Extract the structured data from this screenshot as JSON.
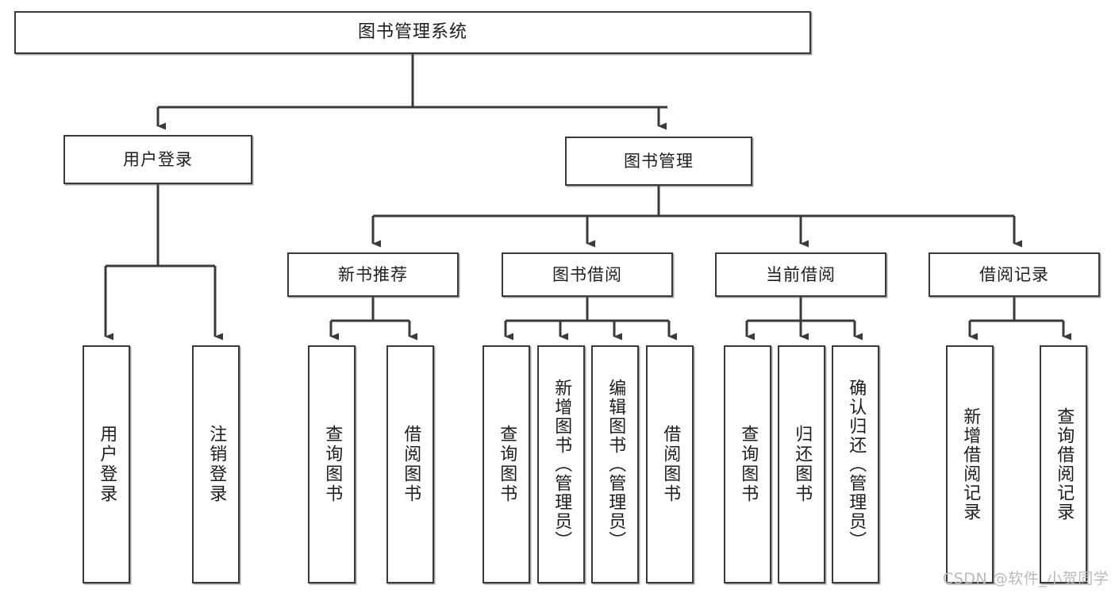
{
  "diagram": {
    "type": "tree",
    "title": "图书管理系统",
    "root": {
      "id": "root",
      "label": "图书管理系统"
    },
    "level2": [
      {
        "id": "user-login",
        "label": "用户登录"
      },
      {
        "id": "book-manage",
        "label": "图书管理"
      }
    ],
    "level3": [
      {
        "id": "new-book-rec",
        "label": "新书推荐"
      },
      {
        "id": "book-borrow",
        "label": "图书借阅"
      },
      {
        "id": "current-borrow",
        "label": "当前借阅"
      },
      {
        "id": "borrow-record",
        "label": "借阅记录"
      }
    ],
    "leaves": [
      {
        "id": "leaf-user-login",
        "label": "用户登录"
      },
      {
        "id": "leaf-logout-login",
        "label": "注销登录"
      },
      {
        "id": "leaf-query-book-1",
        "label": "查询图书"
      },
      {
        "id": "leaf-borrow-book-1",
        "label": "借阅图书"
      },
      {
        "id": "leaf-query-book-2",
        "label": "查询图书"
      },
      {
        "id": "leaf-add-book",
        "label": "新增图书（管理员）"
      },
      {
        "id": "leaf-edit-book",
        "label": "编辑图书（管理员）"
      },
      {
        "id": "leaf-borrow-book-2",
        "label": "借阅图书"
      },
      {
        "id": "leaf-query-book-3",
        "label": "查询图书"
      },
      {
        "id": "leaf-return-book",
        "label": "归还图书"
      },
      {
        "id": "leaf-confirm-return",
        "label": "确认归还（管理员）"
      },
      {
        "id": "leaf-add-record",
        "label": "新增借阅记录"
      },
      {
        "id": "leaf-query-record",
        "label": "查询借阅记录"
      }
    ]
  },
  "watermark": {
    "text": "CSDN @软件_小贺同学"
  },
  "colors": {
    "stroke": "#3a3a3a",
    "fill": "#ffffff",
    "text": "#1d1d1d",
    "watermark": "#b9b9b9"
  }
}
